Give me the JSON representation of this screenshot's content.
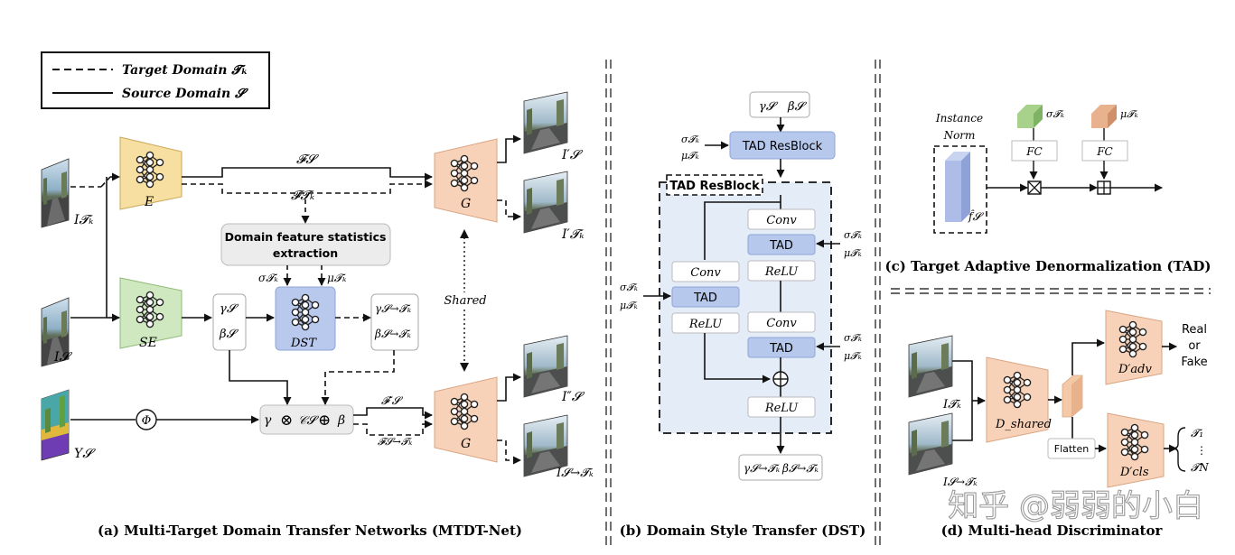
{
  "legend": {
    "target": "Target Domain  𝓣ₖ",
    "source": "Source Domain  𝓢"
  },
  "panel_a": {
    "caption": "(a) Multi-Target Domain Transfer Networks (MTDT-Net)",
    "encoder": "E",
    "style_encoder": "SE",
    "generator": "G",
    "dst": "DST",
    "shared": "Shared",
    "stats_line1": "Domain feature statistics",
    "stats_line2": "extraction",
    "phi": "Φ",
    "img_target": "I𝓣ₖ",
    "img_source": "I𝓢",
    "img_label": "Y𝓢",
    "out_s": "I′𝓢",
    "out_t": "I′𝓣ₖ",
    "out_s2": "I″𝓢",
    "out_st": "I𝓢→𝓣ₖ",
    "f_s": "𝓕𝓢",
    "f_t": "𝓕𝓣ₖ",
    "f_s_prime": "𝓕′𝓢",
    "f_st": "𝓕𝓢→𝓣ₖ",
    "gamma_s": "γ𝓢",
    "beta_s": "β𝓢",
    "gamma_st": "γ𝓢→𝓣ₖ",
    "beta_st": "β𝓢→𝓣ₖ",
    "sigma_tk": "σ𝓣ₖ",
    "mu_tk": "μ𝓣ₖ",
    "gamma": "γ",
    "otimes": "⊗",
    "cs": "𝒞𝓢",
    "oplus": "⊕",
    "beta": "β"
  },
  "panel_b": {
    "caption": "(b) Domain Style Transfer (DST)",
    "top_gamma": "γ𝓢",
    "top_beta": "β𝓢",
    "tad_resblock": "TAD ResBlock",
    "tad_resblock_title": "TAD ResBlock",
    "conv": "Conv",
    "tad": "TAD",
    "relu": "ReLU",
    "sigma": "σ𝓣ₖ",
    "mu": "μ𝓣ₖ",
    "bottom_gamma": "γ𝓢→𝓣ₖ",
    "bottom_beta": "β𝓢→𝓣ₖ"
  },
  "panel_c": {
    "caption": "(c) Target Adaptive Denormalization (TAD)",
    "instance_norm_1": "Instance",
    "instance_norm_2": "Norm",
    "f_hat": "f̂𝓢",
    "fc": "FC",
    "sigma": "σ𝓣ₖ",
    "mu": "μ𝓣ₖ"
  },
  "panel_d": {
    "caption": "(d) Multi-head Discriminator",
    "d_shared": "D_shared",
    "d_adv": "D′adv",
    "d_cls": "D′cls",
    "flatten": "Flatten",
    "real": "Real",
    "or": "or",
    "fake": "Fake",
    "t1": "𝓣₁",
    "dots": "⋮",
    "tn": "𝓣N",
    "img_t": "I𝓣ₖ",
    "img_st": "I𝓢→𝓣ₖ"
  },
  "watermark": "知乎 @弱弱的小白",
  "colors": {
    "encoder": "#f6dfa0",
    "style_encoder": "#cfe8c0",
    "generator": "#f8d2b8",
    "dst": "#b9c9ee",
    "tad_block": "#e4ecf8",
    "tad": "#b6c8ec",
    "sigma_bar": "#a8d18c",
    "mu_bar": "#e9b28f",
    "instance_norm": "#aebde8"
  },
  "icons": [
    "neural-network-icon",
    "road-scene-photo",
    "segmentation-map"
  ]
}
